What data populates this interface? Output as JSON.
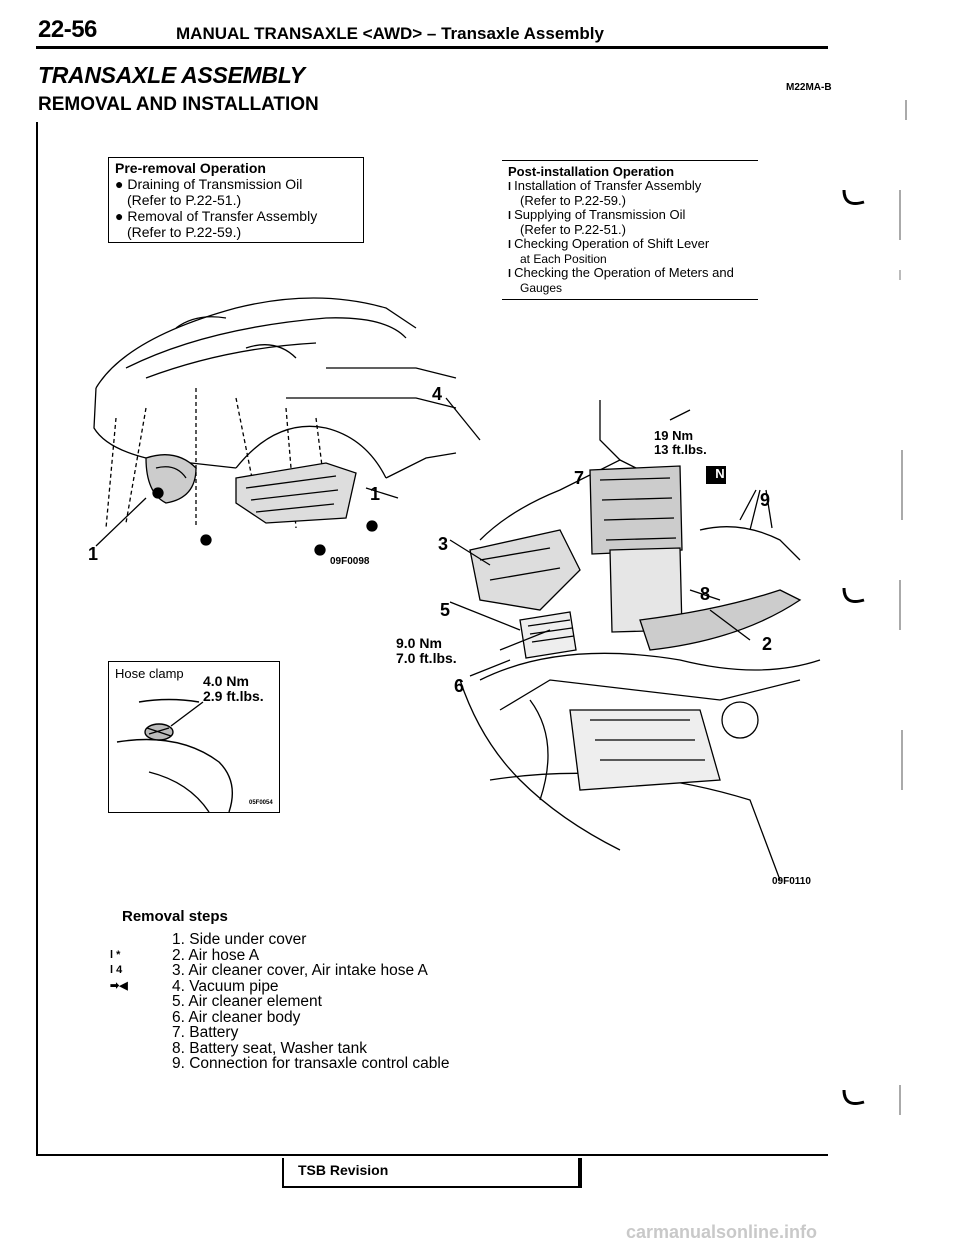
{
  "header": {
    "page_number": "22-56",
    "title": "MANUAL TRANSAXLE <AWD> – Transaxle Assembly"
  },
  "section": {
    "title": "TRANSAXLE ASSEMBLY",
    "code": "M22MA-B",
    "subtitle": "REMOVAL AND INSTALLATION"
  },
  "pre_removal": {
    "heading": "Pre-removal Operation",
    "items": [
      "● Draining of Transmission Oil",
      "(Refer to P.22-51.)",
      "● Removal of Transfer Assembly",
      "(Refer to P.22-59.)"
    ]
  },
  "post_installation": {
    "heading": "Post-installation Operation",
    "items": [
      {
        "main": "Installation of Transfer Assembly",
        "sub": "(Refer to P.22-59.)"
      },
      {
        "main": "Supplying of Transmission Oil",
        "sub": "(Refer to P.22-51.)"
      },
      {
        "main": "Checking Operation of Shift Lever",
        "sub": "at Each Position"
      },
      {
        "main": "Checking the Operation of Meters and",
        "sub": "Gauges"
      }
    ]
  },
  "figure_left": {
    "code": "09F0098",
    "callout_1a": "1",
    "callout_1b": "1"
  },
  "clamp_inset": {
    "label": "Hose clamp",
    "torque_nm": "4.0 Nm",
    "torque_ftlbs": "2.9 ft.lbs.",
    "code": "05F0054"
  },
  "figure_right": {
    "code": "09F0110",
    "callouts": [
      "4",
      "7",
      "9",
      "3",
      "8",
      "5",
      "2",
      "6"
    ],
    "torque_a_nm": "19 Nm",
    "torque_a_ftlbs": "13 ft.lbs.",
    "torque_b_nm": "9.0 Nm",
    "torque_b_ftlbs": "7.0 ft.lbs.",
    "badge": "N"
  },
  "removal": {
    "title": "Removal steps",
    "steps": [
      {
        "mark": "",
        "text": "1. Side under cover"
      },
      {
        "mark": "l *",
        "text": "2. Air hose A"
      },
      {
        "mark": "l 4",
        "text": "3. Air cleaner cover, Air intake hose A"
      },
      {
        "mark": "➡◀",
        "text": "4. Vacuum pipe"
      },
      {
        "mark": "",
        "text": "5. Air cleaner element"
      },
      {
        "mark": "",
        "text": "6. Air cleaner body"
      },
      {
        "mark": "",
        "text": "7. Battery"
      },
      {
        "mark": "",
        "text": "8. Battery seat, Washer tank"
      },
      {
        "mark": "",
        "text": "9. Connection for transaxle control cable"
      }
    ]
  },
  "footer": {
    "tsb": "TSB Revision",
    "watermark": "carmanualsonline.info"
  }
}
